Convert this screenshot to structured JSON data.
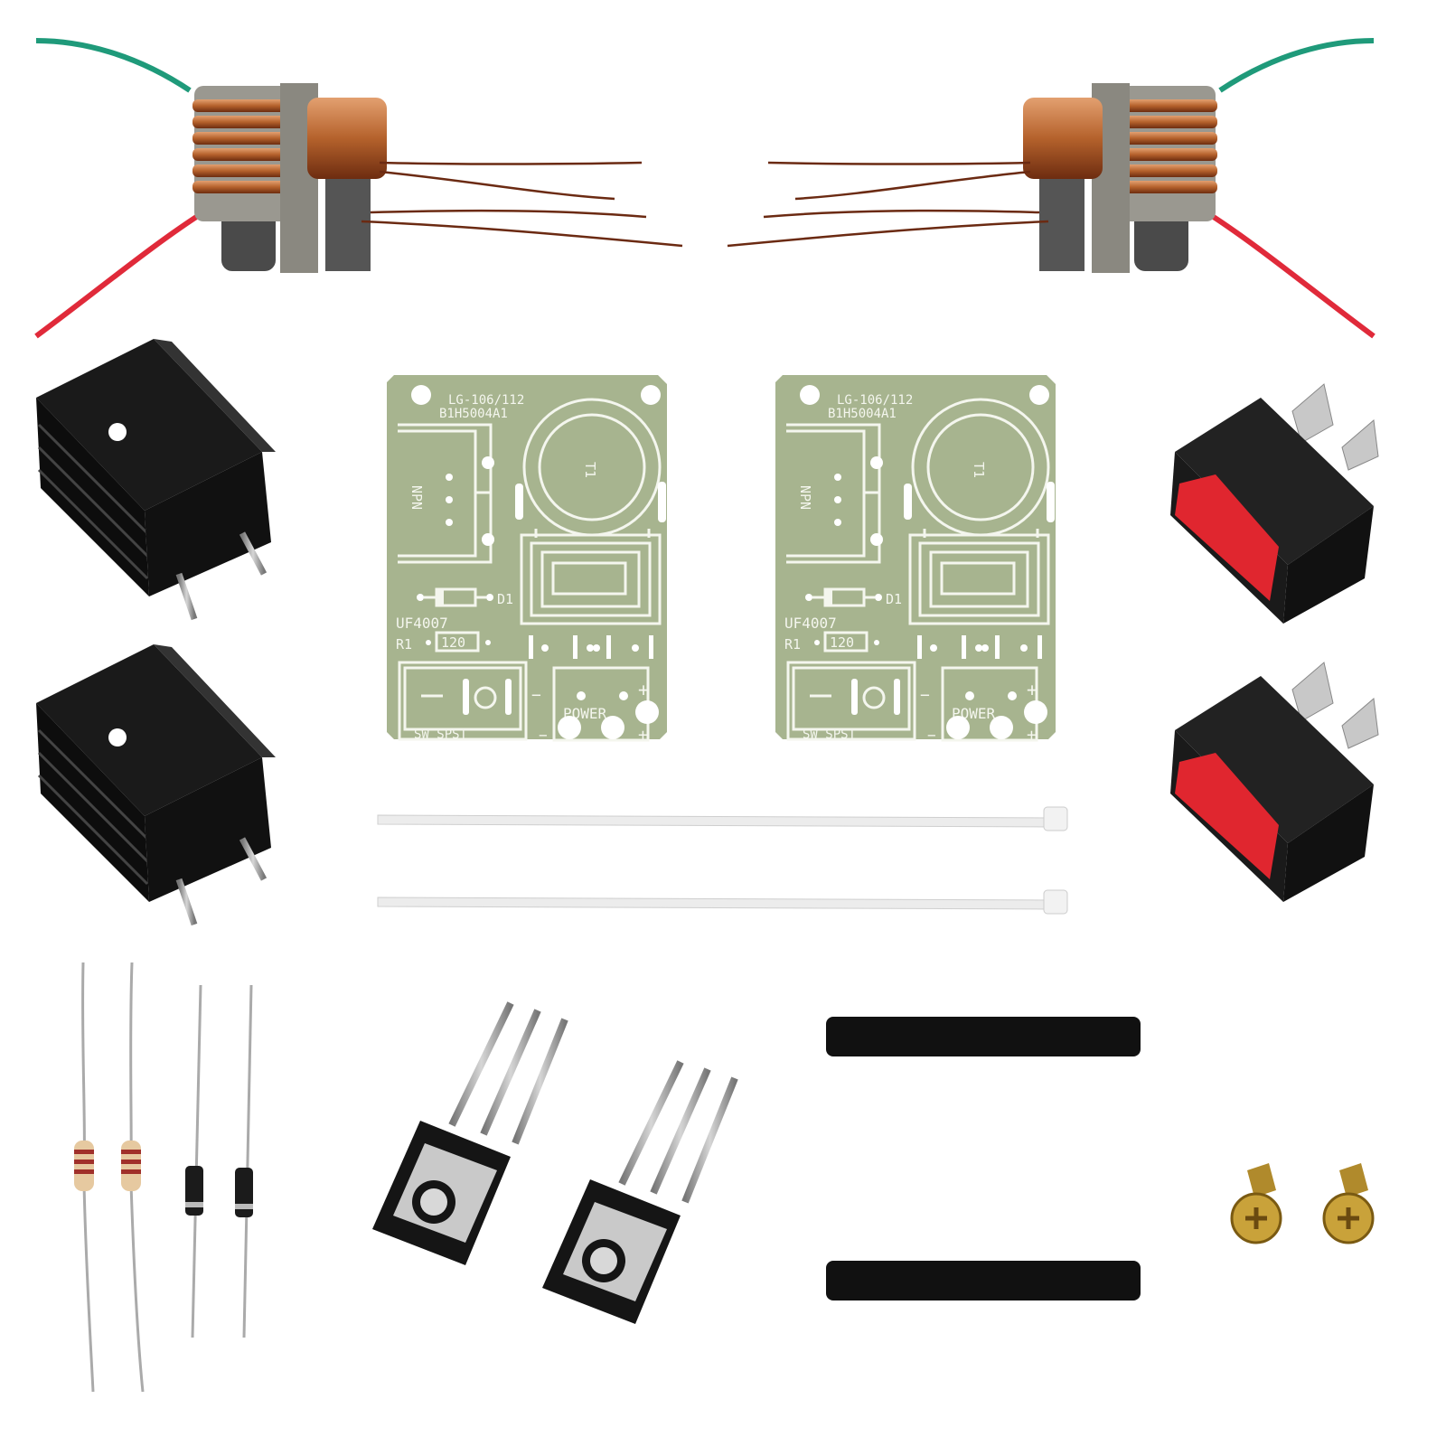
{
  "colors": {
    "pcb": "#a7b48f",
    "silkscreen": "#f4f6ee",
    "copper": "#b5622c",
    "switch_red": "#e0262f",
    "heatsink": "#111111",
    "wire_green": "#1f9a7a",
    "wire_red": "#e02a3a"
  },
  "pcb": {
    "model": "LG-106/112",
    "code": "B1H5004A1",
    "transformer_label": "T1",
    "transistor_label": "NPN",
    "diode_label": "D1",
    "diode_part": "UF4007",
    "resistor_label": "R1",
    "resistor_value": "120",
    "switch_label": "SW SPST",
    "power_label": "POWER",
    "plus": "+",
    "minus": "−"
  },
  "switch": {
    "off_symbol": "O",
    "on_symbol": "|"
  }
}
